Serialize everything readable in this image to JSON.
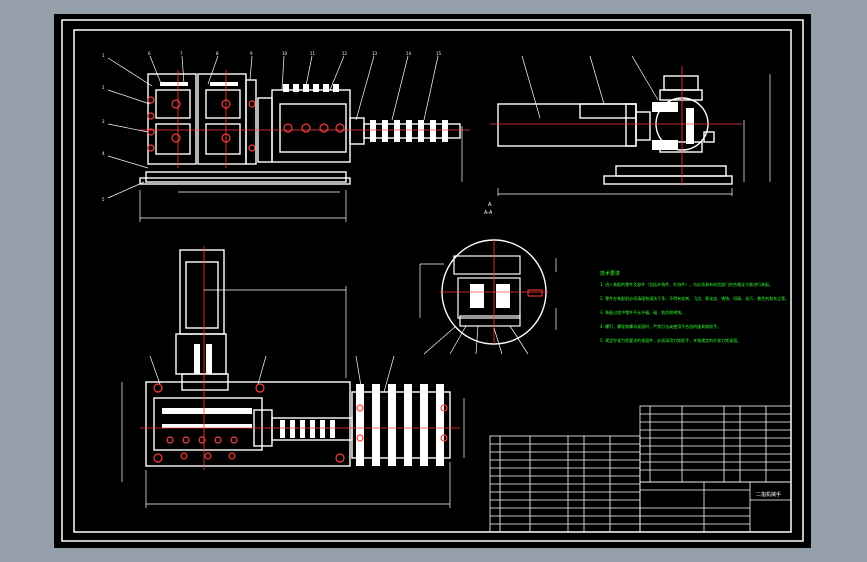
{
  "sheet": {
    "section_label": "A",
    "section_view_label": "A-A",
    "tech_title": "技术要求",
    "tech_notes": [
      "1. 进入装配的零件及部件（包括外购件、外协件），均必须具有检验部门的合格证方能进行装配。",
      "2. 零件在装配前必须清理和清洗干净，不得有毛刺、飞边、氧化皮、锈蚀、切屑、油污、着色剂和灰尘等。",
      "3. 装配过程中零件不允许磕、碰、划伤和锈蚀。",
      "4. 螺钉、螺栓和螺母紧固时，严禁打击或使用不合适的旋具和扳手。",
      "5. 规定拧紧力矩要求的紧固件，必须采用力矩扳手，并按规定的拧紧力矩紧固。"
    ],
    "title_block_name": "二指机械手",
    "colors": {
      "background": "#96a0ab",
      "viewport": "#000000",
      "outline": "#ffffff",
      "centerline": "#ff3b3b",
      "dimension": "#ffffff",
      "text": "#33ff33"
    }
  }
}
